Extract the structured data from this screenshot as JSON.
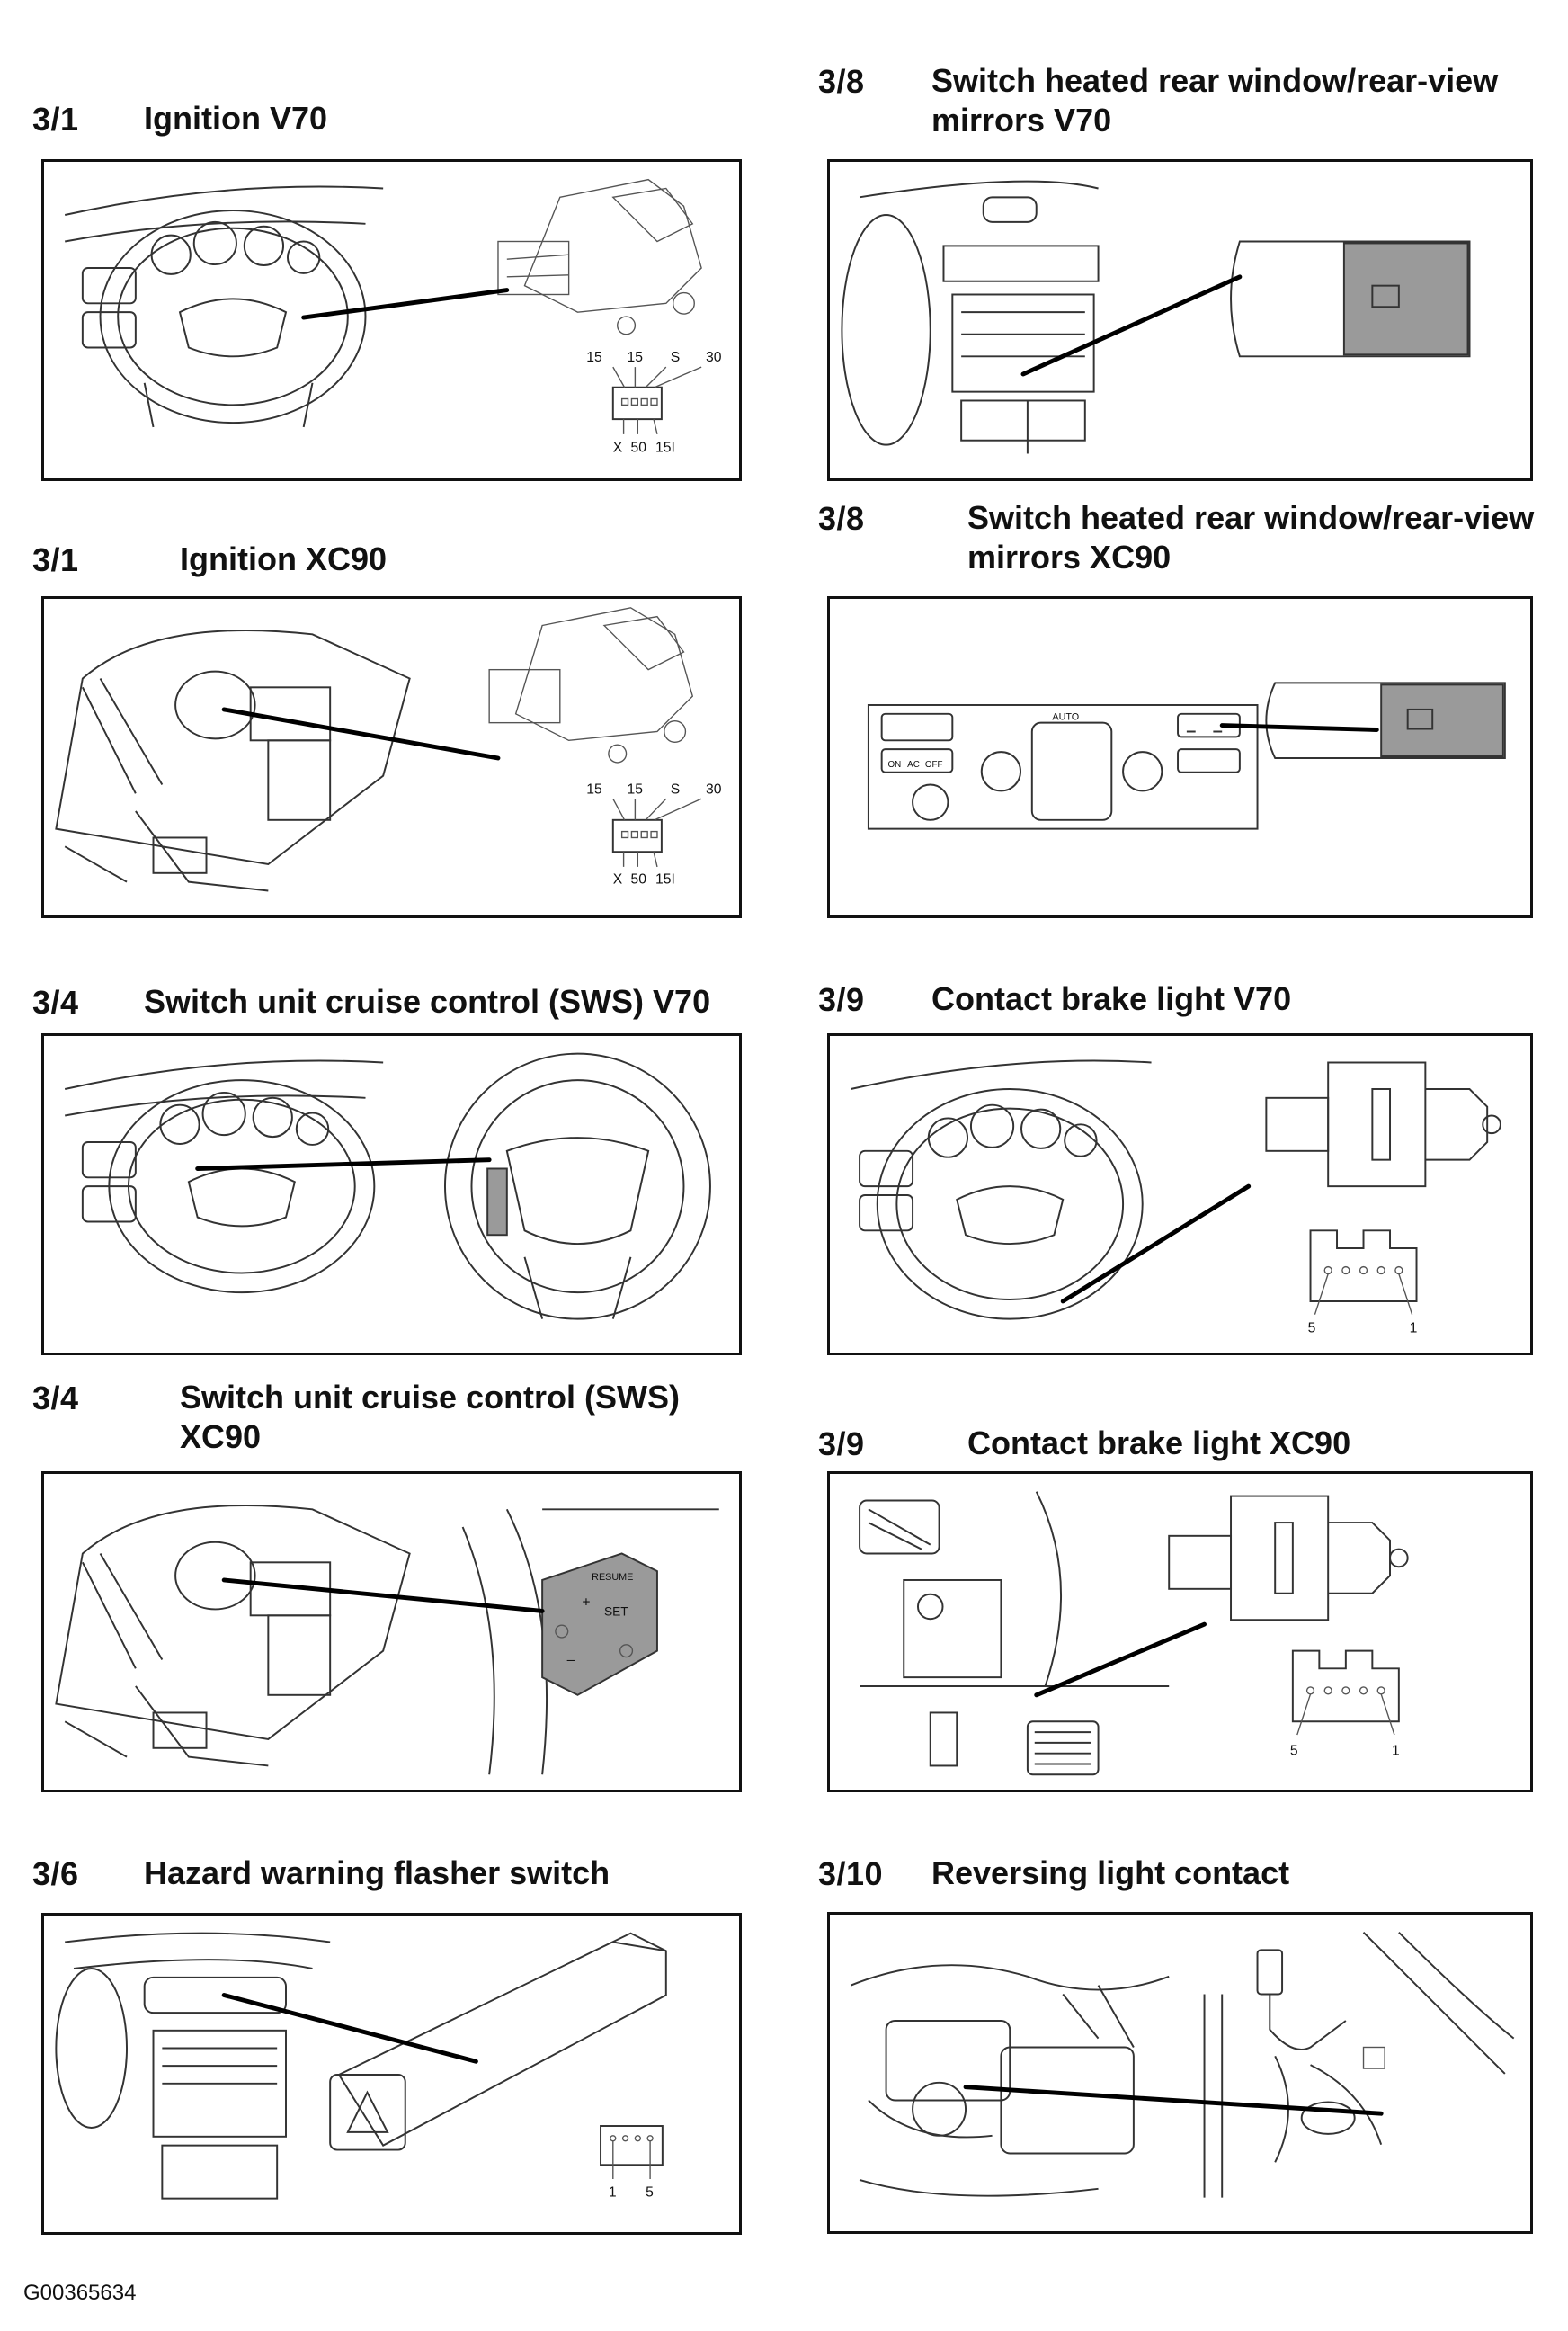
{
  "sections": [
    {
      "id": "s1",
      "number": "3/1",
      "title": "Ignition V70",
      "pins_top": [
        "15",
        "15",
        "S",
        "30"
      ],
      "pins_bottom": [
        "X",
        "50",
        "15I"
      ]
    },
    {
      "id": "s2",
      "number": "3/1",
      "title": "Ignition XC90",
      "pins_top": [
        "15",
        "15",
        "S",
        "30"
      ],
      "pins_bottom": [
        "X",
        "50",
        "15I"
      ]
    },
    {
      "id": "s3",
      "number": "3/4",
      "title": "Switch unit cruise control (SWS) V70"
    },
    {
      "id": "s4",
      "number": "3/4",
      "title": "Switch unit cruise control (SWS) XC90",
      "panel_labels": {
        "top": "RESUME",
        "set": "SET",
        "plus": "+",
        "minus": "–"
      }
    },
    {
      "id": "s5",
      "number": "3/6",
      "title": "Hazard warning flasher switch",
      "pins": [
        "1",
        "5"
      ]
    },
    {
      "id": "s6",
      "number": "3/8",
      "title": "Switch heated rear window/rear-view mirrors V70"
    },
    {
      "id": "s7",
      "number": "3/8",
      "title": "Switch heated rear window/rear-view mirrors XC90",
      "panel_labels": {
        "auto": "AUTO",
        "on": "ON",
        "ac": "AC",
        "off": "OFF"
      }
    },
    {
      "id": "s8",
      "number": "3/9",
      "title": "Contact brake light V70",
      "pins": [
        "5",
        "1"
      ]
    },
    {
      "id": "s9",
      "number": "3/9",
      "title": "Contact brake light XC90",
      "pins": [
        "5",
        "1"
      ]
    },
    {
      "id": "s10",
      "number": "3/10",
      "title": "Reversing light contact"
    }
  ],
  "footer": {
    "code": "G00365634"
  }
}
